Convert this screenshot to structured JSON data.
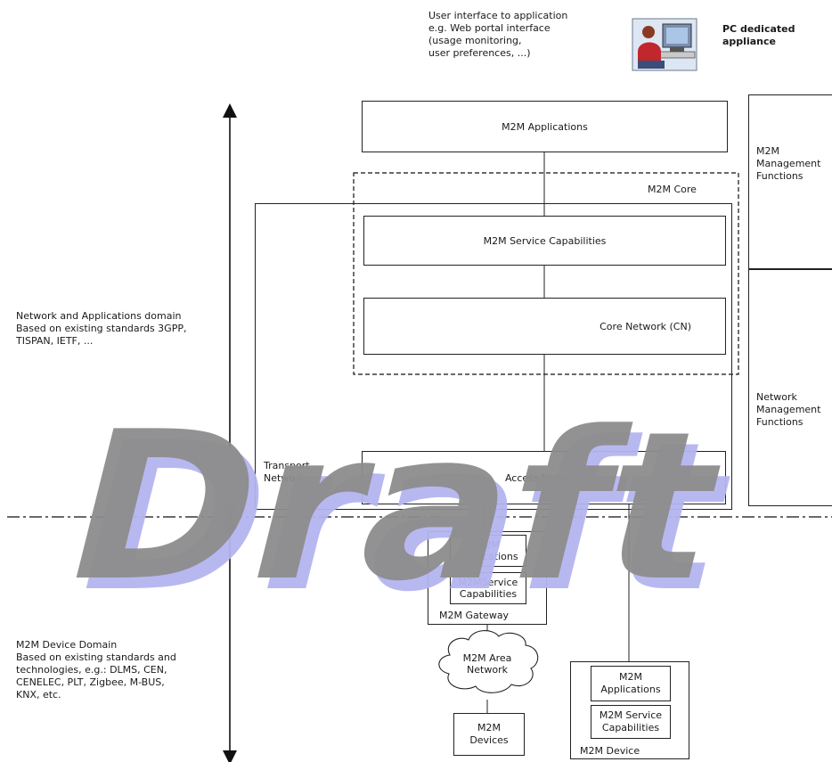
{
  "header": {
    "user_interface_note": "User  interface to application\ne.g. Web portal interface\n(usage monitoring,\nuser preferences, ...)",
    "pc_label": "PC dedicated\nappliance"
  },
  "domains": {
    "network_domain": "Network and Applications domain\nBased on existing standards 3GPP,\nTISPAN, IETF, ...",
    "device_domain": "M2M Device Domain\nBased on existing standards and\ntechnologies, e.g.: DLMS, CEN,\nCENELEC, PLT, Zigbee, M-BUS,\nKNX, etc."
  },
  "network": {
    "m2m_applications": "M2M Applications",
    "m2m_core": "M2M Core",
    "service_capabilities": "M2M Service Capabilities",
    "core_network": "Core Network (CN)",
    "transport_network": "Transport\nNetwork",
    "access_network": "Access Network",
    "management_functions": "M2M\nManagement\nFunctions",
    "network_management_functions": "Network\nManagement\nFunctions"
  },
  "gateway": {
    "applications": "M2M\nApplications",
    "service_capabilities": "M2MService\nCapabilities",
    "label": "M2M Gateway"
  },
  "area_network": "M2M Area\nNetwork",
  "devices": "M2M\nDevices",
  "device": {
    "applications": "M2M\nApplications",
    "service_capabilities": "M2M Service\nCapabilities",
    "label": "M2M Device"
  },
  "watermark": "Draft",
  "colors": {
    "watermark_fill": "#8c8c8c",
    "watermark_shadow": "#b4b4f0",
    "line": "#222222"
  }
}
